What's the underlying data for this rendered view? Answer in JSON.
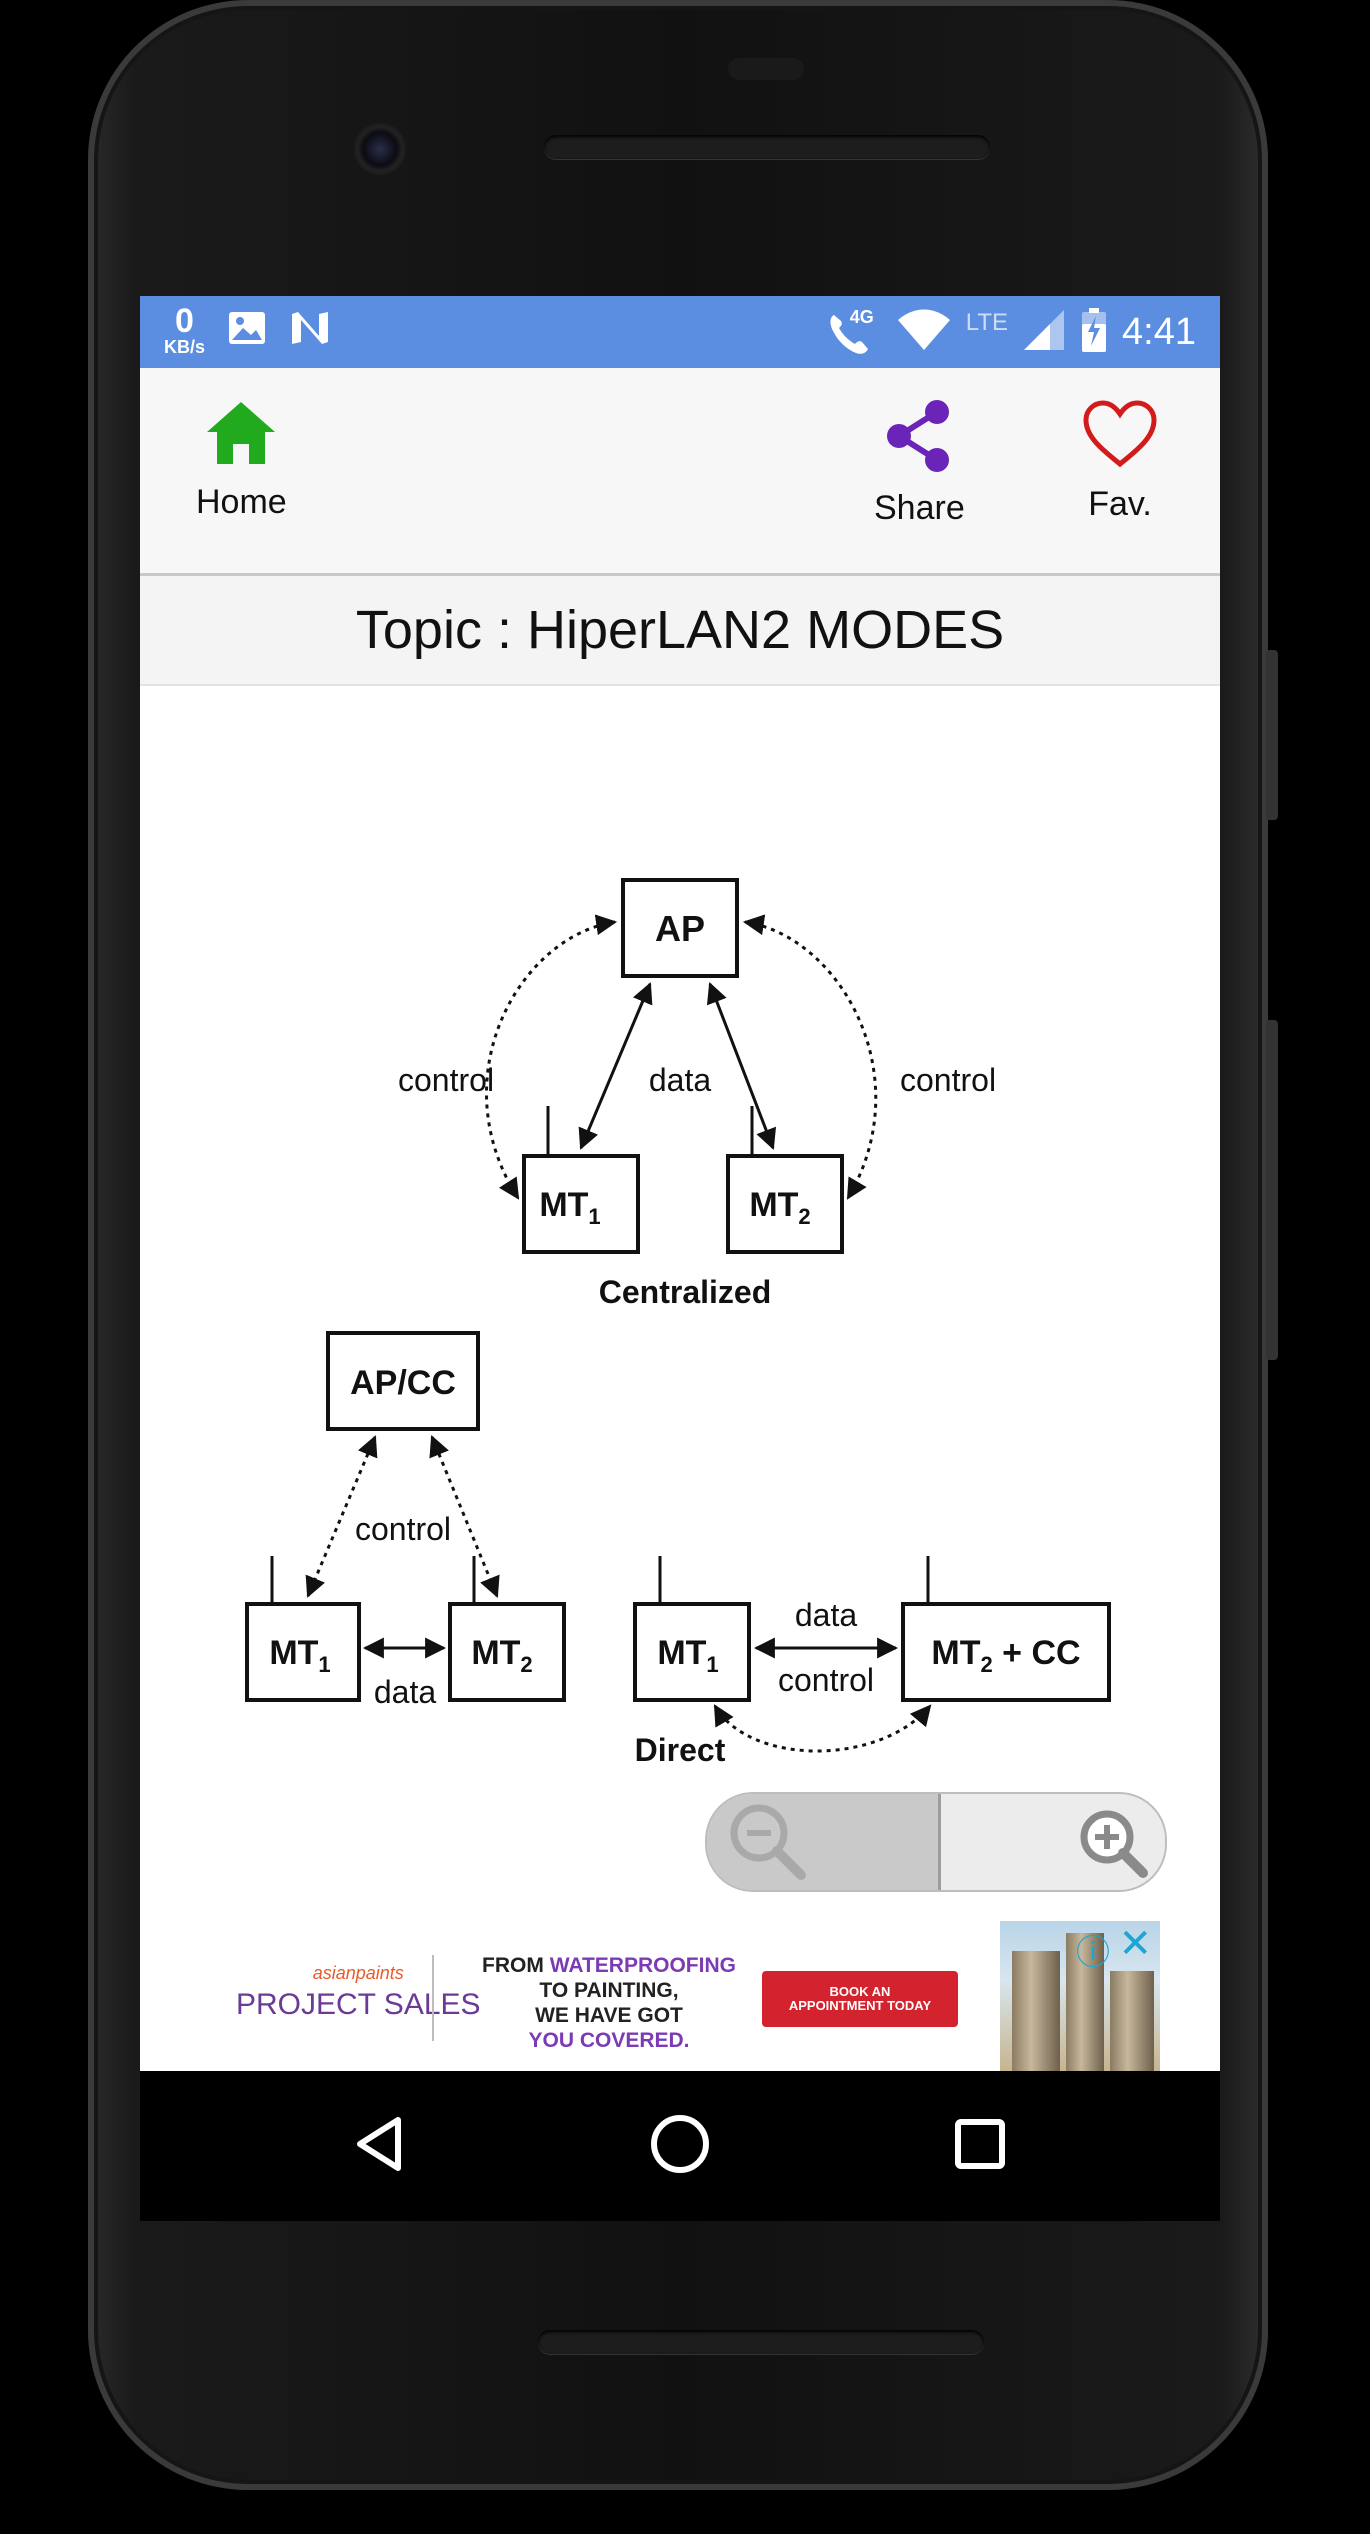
{
  "status_bar": {
    "net_speed_value": "0",
    "net_speed_unit": "KB/s",
    "call_badge": "4G",
    "lte_label": "LTE",
    "time": "4:41"
  },
  "toolbar": {
    "home_label": "Home",
    "share_label": "Share",
    "fav_label": "Fav.",
    "home_color": "#22aa1e",
    "share_color": "#6a25b8",
    "fav_color": "#d21c1c"
  },
  "topic_title": "Topic : HiperLAN2 MODES",
  "diagram": {
    "centralized": {
      "ap": "AP",
      "mt1": "MT",
      "mt1_sub": "1",
      "mt2": "MT",
      "mt2_sub": "2",
      "left_label": "control",
      "middle_label": "data",
      "right_label": "control",
      "caption": "Centralized"
    },
    "direct_left": {
      "apcc": "AP/CC",
      "control_label": "control",
      "mt1": "MT",
      "mt1_sub": "1",
      "mt2": "MT",
      "mt2_sub": "2",
      "data_label": "data"
    },
    "direct_right": {
      "mt1": "MT",
      "mt1_sub": "1",
      "mt2cc_main": "MT",
      "mt2cc_sub": "2",
      "mt2cc_suffix": " + CC",
      "data_label": "data",
      "control_label": "control",
      "caption": "Direct"
    }
  },
  "ad": {
    "brand_line1": "asianpaints",
    "brand_line2": "PROJECT SALES",
    "tag_prefix": "FROM ",
    "tag_highlight": "WATERPROOFING",
    "tag_line2": "TO PAINTING,",
    "tag_line3": "WE HAVE GOT",
    "tag_line4": "YOU COVERED.",
    "cta_line1": "BOOK AN",
    "cta_line2": "APPOINTMENT TODAY"
  }
}
